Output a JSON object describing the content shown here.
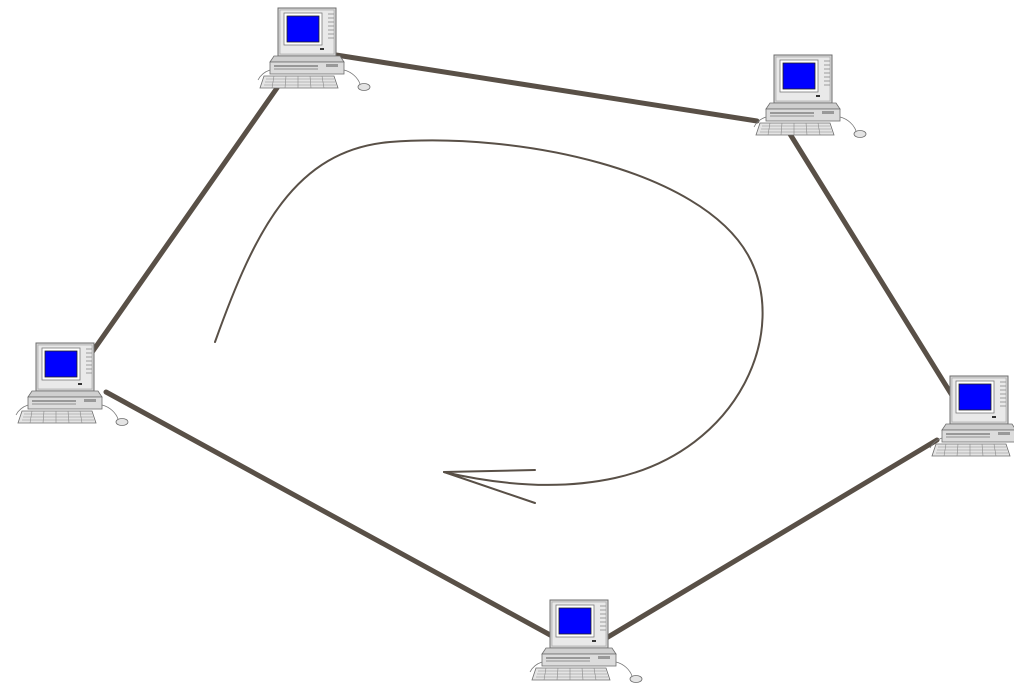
{
  "diagram": {
    "type": "ring-network",
    "nodes": [
      {
        "id": "pc-top-left",
        "icon": "desktop-computer-icon"
      },
      {
        "id": "pc-top-right",
        "icon": "desktop-computer-icon"
      },
      {
        "id": "pc-right",
        "icon": "desktop-computer-icon"
      },
      {
        "id": "pc-bottom",
        "icon": "desktop-computer-icon"
      },
      {
        "id": "pc-left",
        "icon": "desktop-computer-icon"
      }
    ],
    "links": [
      [
        "pc-top-left",
        "pc-top-right"
      ],
      [
        "pc-top-right",
        "pc-right"
      ],
      [
        "pc-right",
        "pc-bottom"
      ],
      [
        "pc-bottom",
        "pc-left"
      ],
      [
        "pc-left",
        "pc-top-left"
      ]
    ],
    "flow_direction": "clockwise",
    "colors": {
      "link": "#595047",
      "screen": "#0000ff",
      "monitor_case": "#d0d0d0",
      "background": "#ffffff"
    }
  }
}
